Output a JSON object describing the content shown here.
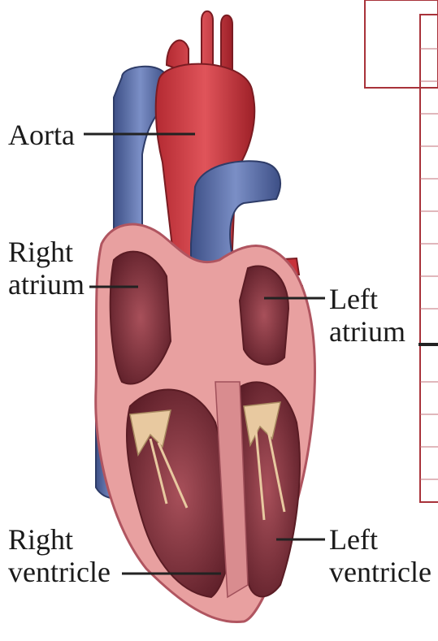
{
  "labels": {
    "aorta": "Aorta",
    "right_atrium": [
      "Right",
      "atrium"
    ],
    "left_atrium": [
      "Left",
      "atrium"
    ],
    "right_ventricle": [
      "Right",
      "ventricle"
    ],
    "left_ventricle": [
      "Left",
      "ventricle"
    ]
  },
  "colors": {
    "aorta_red": "#c8323a",
    "vein_blue": "#5a6fa8",
    "myocardium": "#e8a0a0",
    "chamber_dark": "#7a2c35",
    "valve_tan": "#e8c9a0",
    "frame_red": "#a8323a"
  }
}
